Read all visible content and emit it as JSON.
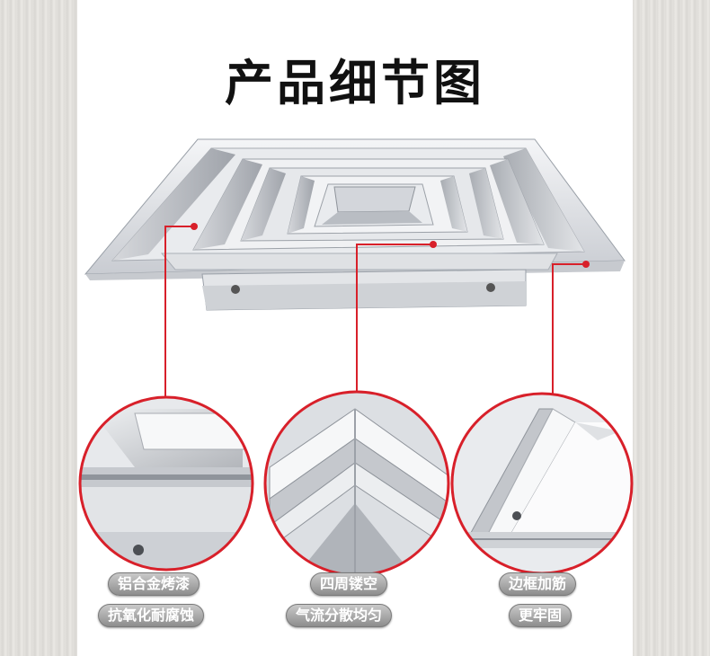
{
  "page": {
    "title": "产品细节图"
  },
  "details": [
    {
      "name": "aluminum-paint",
      "line1": "铝合金烤漆",
      "line2": "抗氧化耐腐蚀"
    },
    {
      "name": "four-side-hollow",
      "line1": "四周镂空",
      "line2": "气流分散均匀"
    },
    {
      "name": "frame-reinforced",
      "line1": "边框加筋",
      "line2": "更牢固"
    }
  ],
  "colors": {
    "accent": "#d8202a",
    "panel": "#ffffff",
    "tag_bg": "#a5a5a5"
  }
}
